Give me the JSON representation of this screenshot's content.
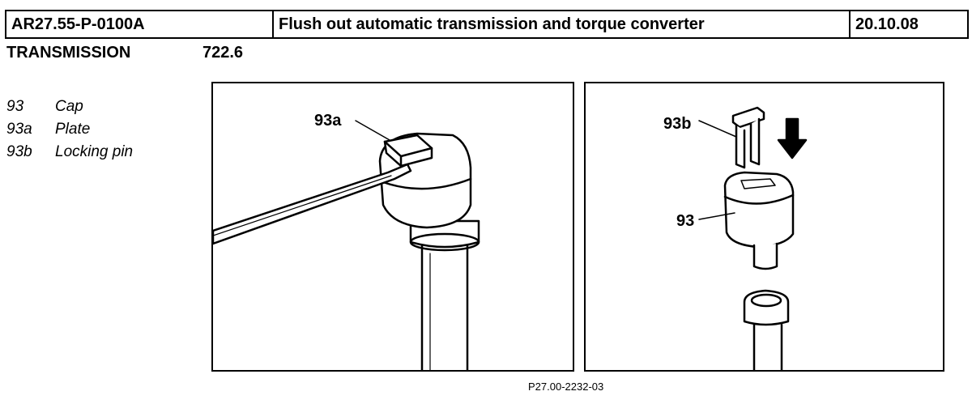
{
  "header": {
    "code": "AR27.55-P-0100A",
    "title": "Flush out automatic transmission and torque converter",
    "date": "20.10.08"
  },
  "subheader": {
    "label": "TRANSMISSION",
    "model": "722.6"
  },
  "legend": [
    {
      "number": "93",
      "text": "Cap"
    },
    {
      "number": "93a",
      "text": "Plate"
    },
    {
      "number": "93b",
      "text": "Locking pin"
    }
  ],
  "figure": {
    "left_callout": "93a",
    "right_callout_pin": "93b",
    "right_callout_cap": "93",
    "caption": "P27.00-2232-03"
  }
}
